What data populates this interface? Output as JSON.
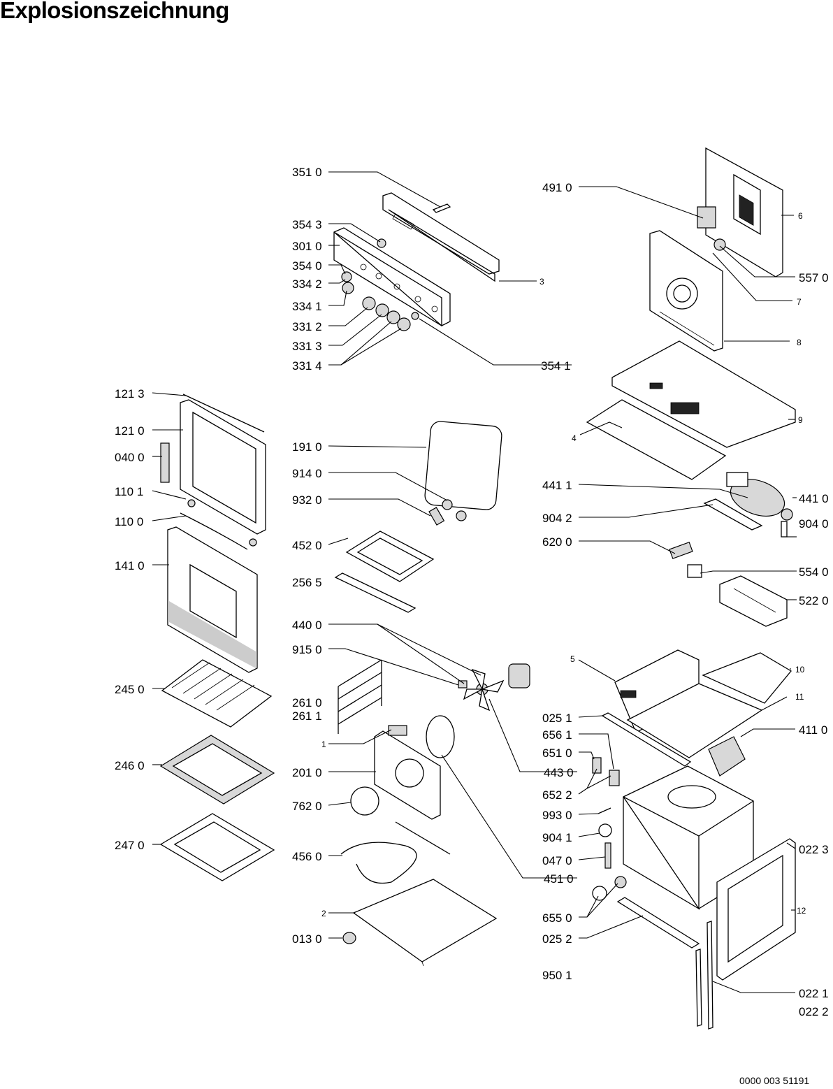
{
  "title": "Explosionszeichnung",
  "doc_code": "0000 003 51191",
  "callouts": {
    "c3510": "351 0",
    "c4910": "491 0",
    "c3543": "354 3",
    "c3010": "301 0",
    "c3540": "354 0",
    "c3342": "334 2",
    "c3341": "334 1",
    "c3312": "331 2",
    "c3313": "331 3",
    "c3314": "331 4",
    "c3541": "354 1",
    "c5570": "557 0",
    "c1213": "121 3",
    "c1210": "121 0",
    "c0400": "040 0",
    "c1101": "110 1",
    "c1100": "110 0",
    "c1410": "141 0",
    "c2450": "245 0",
    "c2460": "246 0",
    "c2470": "247 0",
    "c1910": "191 0",
    "c9140": "914 0",
    "c9320": "932 0",
    "c4520": "452 0",
    "c2565": "256 5",
    "c4400": "440 0",
    "c9150": "915 0",
    "c2610": "261 0",
    "c2611": "261 1",
    "c2010": "201 0",
    "c7620": "762 0",
    "c4560": "456 0",
    "c0130": "013 0",
    "c4430": "443 0",
    "c4510": "451 0",
    "c4411": "441 1",
    "c4410": "441 0",
    "c9042": "904 2",
    "c9040": "904 0",
    "c6200": "620 0",
    "c5540": "554 0",
    "c5220": "522 0",
    "c0251": "025 1",
    "c6561": "656 1",
    "c6510": "651 0",
    "c6522": "652 2",
    "c9930": "993 0",
    "c9041": "904 1",
    "c0470": "047 0",
    "c6550": "655 0",
    "c0252": "025 2",
    "c9501": "950 1",
    "c4110": "411 0",
    "c0223": "022 3",
    "c0221": "022 1",
    "c0222": "022 2",
    "n1": "1",
    "n2": "2",
    "n3": "3",
    "n4": "4",
    "n5": "5",
    "n6": "6",
    "n7": "7",
    "n8": "8",
    "n9": "9",
    "n10": "10",
    "n11": "11",
    "n12": "12"
  }
}
